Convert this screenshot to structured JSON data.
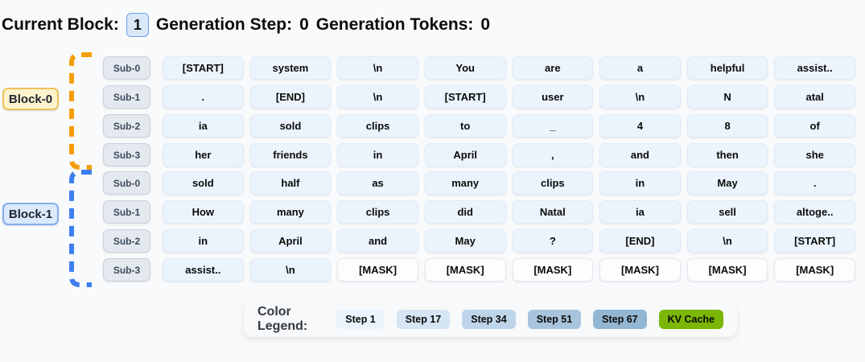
{
  "header": {
    "current_block_label": "Current Block:",
    "current_block_value": "1",
    "generation_step_label": "Generation Step:",
    "generation_step_value": "0",
    "generation_tokens_label": "Generation Tokens:",
    "generation_tokens_value": "0"
  },
  "blocks": [
    {
      "label": "Block-0",
      "label_bg": "#fdf3cd",
      "label_border": "#eec05c",
      "bracket_color": "#f59e0b",
      "sub_rows": [
        {
          "label": "Sub-0",
          "tokens": [
            "[START]",
            "system",
            "\\n",
            "You",
            "are",
            "a",
            "helpful",
            "assist.."
          ]
        },
        {
          "label": "Sub-1",
          "tokens": [
            ".",
            "[END]",
            "\\n",
            "[START]",
            "user",
            "\\n",
            "N",
            "atal"
          ]
        },
        {
          "label": "Sub-2",
          "tokens": [
            "ia",
            "sold",
            "clips",
            "to",
            "_",
            "4",
            "8",
            "of"
          ]
        },
        {
          "label": "Sub-3",
          "tokens": [
            "her",
            "friends",
            "in",
            "April",
            ",",
            "and",
            "then",
            "she"
          ]
        }
      ]
    },
    {
      "label": "Block-1",
      "label_bg": "#dbe9fc",
      "label_border": "#85aeec",
      "bracket_color": "#3d7ef0",
      "sub_rows": [
        {
          "label": "Sub-0",
          "tokens": [
            "sold",
            "half",
            "as",
            "many",
            "clips",
            "in",
            "May",
            "."
          ]
        },
        {
          "label": "Sub-1",
          "tokens": [
            "How",
            "many",
            "clips",
            "did",
            "Natal",
            "ia",
            "sell",
            "altoge.."
          ]
        },
        {
          "label": "Sub-2",
          "tokens": [
            "in",
            "April",
            "and",
            "May",
            "?",
            "[END]",
            "\\n",
            "[START]"
          ]
        },
        {
          "label": "Sub-3",
          "tokens": [
            "assist..",
            "\\n",
            "[MASK]",
            "[MASK]",
            "[MASK]",
            "[MASK]",
            "[MASK]",
            "[MASK]"
          ]
        }
      ]
    }
  ],
  "token_cell_color": "#ebf4fc",
  "mask_cell_color": "#fdfdfe",
  "legend": {
    "label": "Color Legend:",
    "items": [
      {
        "label": "Step 1",
        "color": "#ebf4fc"
      },
      {
        "label": "Step 17",
        "color": "#d5e5f4"
      },
      {
        "label": "Step 34",
        "color": "#bed5e9"
      },
      {
        "label": "Step 51",
        "color": "#a8c4dd"
      },
      {
        "label": "Step 67",
        "color": "#93b6d2"
      },
      {
        "label": "KV Cache",
        "color": "#7ab706"
      }
    ]
  }
}
